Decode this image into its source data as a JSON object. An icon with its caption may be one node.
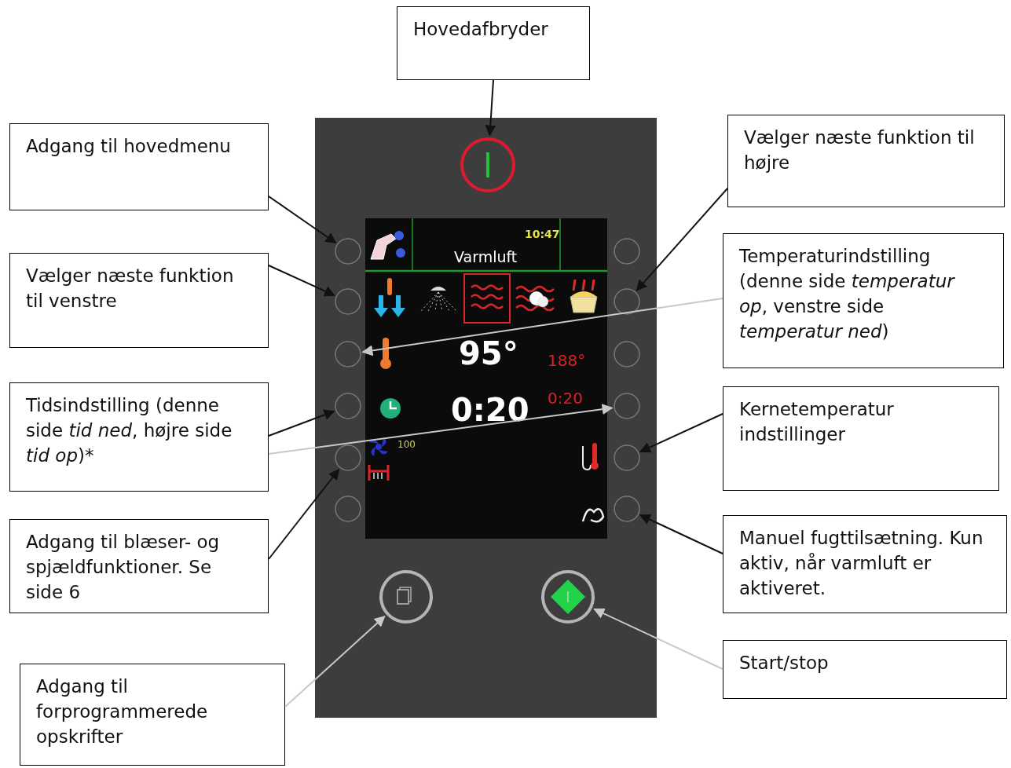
{
  "diagram": {
    "nodes": [
      {
        "text": [
          "Hovedafbryder"
        ]
      },
      {
        "text": [],
        "shape": "circle"
      },
      {
        "text": [
          "Adgang til hovedmenu"
        ]
      },
      {
        "text": [
          "Vælger næste funktion til højre"
        ]
      },
      {
        "text": [
          "Vælger næste funktion til venstre"
        ]
      },
      {
        "text": [
          "Temperaturindstilling (denne side *temperatur op*, venstre side *temperatur ned*)"
        ]
      },
      {
        "text": [],
        "shape": "circle"
      },
      {
        "text": [],
        "shape": "circle"
      },
      {
        "text": [],
        "shape": "circle"
      },
      {
        "text": [],
        "shape": "circle"
      },
      {
        "text": [],
        "shape": "circle"
      },
      {
        "text": [],
        "shape": "circle"
      },
      {
        "text": [],
        "shape": "circle"
      },
      {
        "text": [],
        "shape": "circle"
      },
      {
        "text": [],
        "shape": "circle"
      },
      {
        "text": [],
        "shape": "circle"
      },
      {
        "text": [],
        "shape": "circle"
      },
      {
        "text": [],
        "shape": "circle"
      },
      {
        "text": [
          "Tidsindstilling (denne side *tid ned*, højre side *tid op*)*"
        ]
      },
      {
        "text": [
          "Kernetemperatur indstillinger"
        ]
      },
      {
        "text": [
          "Adgang til blæser- og spjældfunktioner. Se side 6"
        ]
      },
      {
        "text": [
          "Manuel fugttilsætning. Kun aktiv, når varmluft er aktiveret."
        ]
      },
      {
        "text": [],
        "shape": "circle"
      },
      {
        "text": [],
        "shape": "circle"
      },
      {
        "text": [
          "Adgang til forprogrammerede opskrifter"
        ]
      },
      {
        "text": [
          "Start/stop"
        ]
      }
    ],
    "edges": [
      {
        "from": 0,
        "to": 1,
        "arrow": "to"
      },
      {
        "from": 2,
        "to": 6,
        "arrow": "to"
      },
      {
        "from": 3,
        "to": 13,
        "arrow": "to"
      },
      {
        "from": 4,
        "to": 7,
        "arrow": "to"
      },
      {
        "from": 5,
        "to": 8,
        "arrow": "to",
        "color": "#c8c8c8"
      },
      {
        "from": 18,
        "to": 9,
        "arrow": "to"
      },
      {
        "from": 18,
        "to": 15,
        "arrow": "to",
        "color": "#c8c8c8"
      },
      {
        "from": 19,
        "to": 16,
        "arrow": "to"
      },
      {
        "from": 20,
        "to": 10,
        "arrow": "to"
      },
      {
        "from": 21,
        "to": 17,
        "arrow": "to"
      },
      {
        "from": 24,
        "to": 22,
        "arrow": "to",
        "color": "#c8c8c8"
      },
      {
        "from": 25,
        "to": 23,
        "arrow": "to",
        "color": "#c8c8c8"
      }
    ],
    "labels": [
      "10:47",
      "Varmluft",
      "95°",
      "188°",
      "0:20",
      "0:20",
      "100"
    ]
  }
}
